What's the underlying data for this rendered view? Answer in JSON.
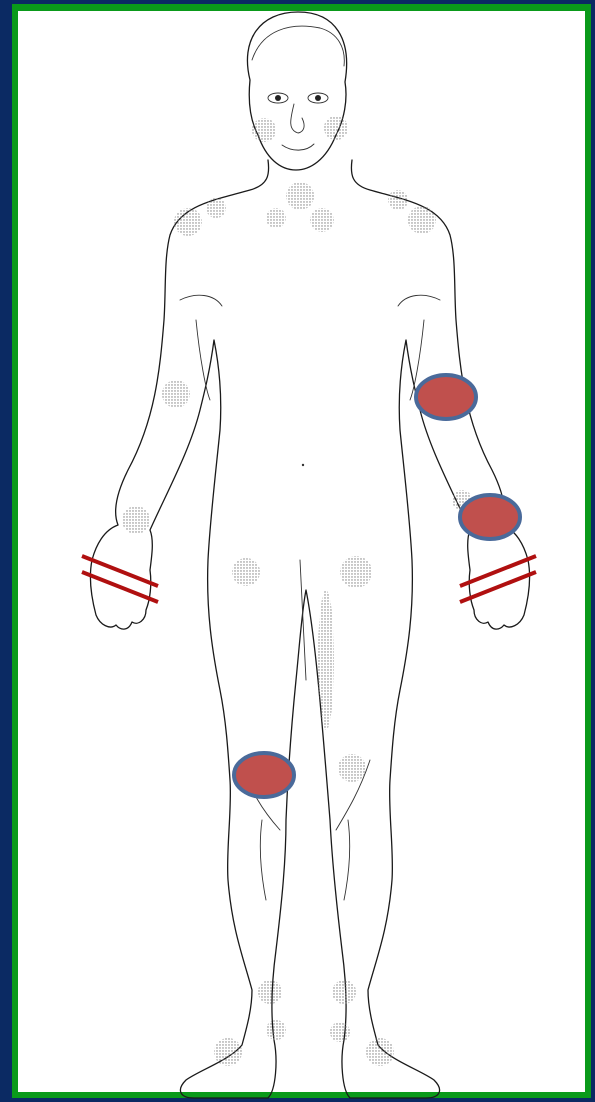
{
  "colors": {
    "background": "#0b2a63",
    "border": "#0a9a1a",
    "marker_fill": "#c0504d",
    "marker_stroke": "#4a6a9a",
    "line_marker": "#b01010",
    "dotted_patch": "#8a8a8a"
  },
  "markers": [
    {
      "name": "right-forearm-lesion",
      "type": "oval"
    },
    {
      "name": "right-wrist-lesion",
      "type": "oval"
    },
    {
      "name": "left-knee-lesion",
      "type": "oval"
    }
  ],
  "line_markers": [
    {
      "name": "left-wrist-double-line"
    },
    {
      "name": "right-wrist-double-line"
    }
  ]
}
